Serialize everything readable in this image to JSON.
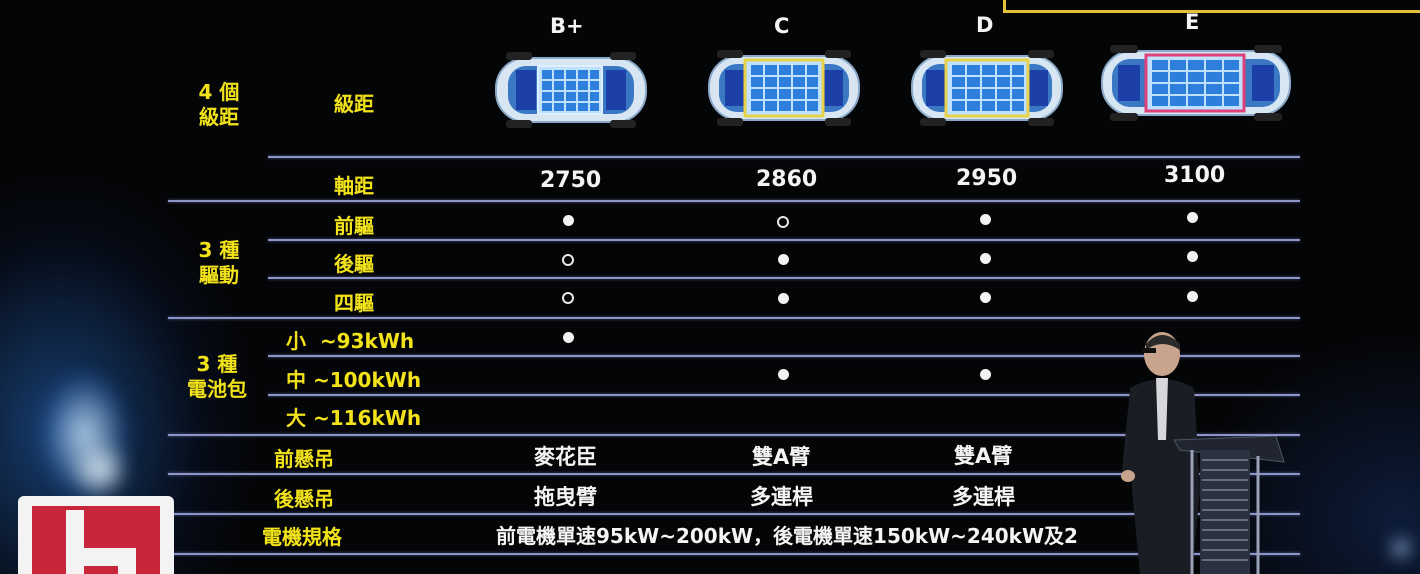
{
  "categories": {
    "levels": [
      "4 個",
      "級距"
    ],
    "drive": [
      "3 種",
      "驅動"
    ],
    "battery": [
      "3 種",
      "電池包"
    ]
  },
  "rows": {
    "class_label": "級距",
    "wheelbase_label": "軸距",
    "fwd_label": "前驅",
    "rwd_label": "後驅",
    "awd_label": "四驅",
    "battery_small_label": "小  ~93kWh",
    "battery_mid_label": "中 ~100kWh",
    "battery_large_label": "大 ~116kWh",
    "front_susp_label": "前懸吊",
    "rear_susp_label": "後懸吊",
    "motor_label": "電機規格"
  },
  "columns": [
    {
      "class": "B+",
      "wheelbase": "2750",
      "fwd": "filled",
      "rwd": "hollow",
      "awd": "hollow",
      "small": "filled",
      "mid": "",
      "large": "",
      "front_susp": "麥花臣",
      "rear_susp": "拖曳臂"
    },
    {
      "class": "C",
      "wheelbase": "2860",
      "fwd": "hollow",
      "rwd": "filled",
      "awd": "filled",
      "small": "",
      "mid": "filled",
      "large": "",
      "front_susp": "雙A臂",
      "rear_susp": "多連桿"
    },
    {
      "class": "D",
      "wheelbase": "2950",
      "fwd": "filled",
      "rwd": "filled",
      "awd": "filled",
      "small": "",
      "mid": "filled",
      "large": "",
      "front_susp": "雙A臂",
      "rear_susp": "多連桿"
    },
    {
      "class": "E",
      "wheelbase": "3100",
      "fwd": "filled",
      "rwd": "filled",
      "awd": "filled",
      "small": "",
      "mid": "",
      "large": "",
      "front_susp": "",
      "rear_susp": ""
    }
  ],
  "motor_spec": "前電機單速95kW~200kW，後電機單速150kW~240kW及2",
  "colors": {
    "label_yellow": "#f2e21a",
    "value_white": "#f4f4f4",
    "line": "#8c95c8",
    "battery_c": "#e9d24a",
    "battery_d": "#e9d24a",
    "battery_e": "#e0407a",
    "background": "#040507"
  },
  "icons": {
    "chassis": "car-chassis-icon",
    "dot_filled": "filled-dot-icon",
    "dot_hollow": "hollow-dot-icon",
    "logo": "channel-logo-icon"
  }
}
